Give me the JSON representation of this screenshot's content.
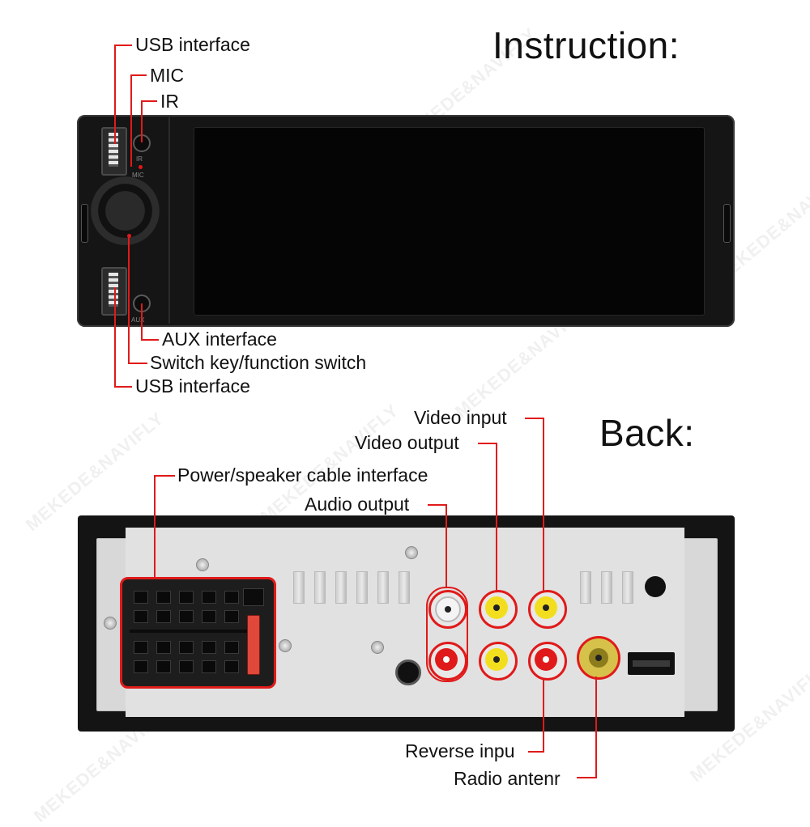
{
  "headings": {
    "instruction": "Instruction:",
    "back": "Back:"
  },
  "front_labels": {
    "usb_top": "USB interface",
    "mic": "MIC",
    "ir": "IR",
    "aux": "AUX interface",
    "switch_key": "Switch key/function switch",
    "usb_bottom": "USB interface"
  },
  "front_panel_print": {
    "ir": "IR",
    "mic": "MIC",
    "aux": "AUX"
  },
  "back_labels": {
    "video_input": "Video input",
    "video_output": "Video output",
    "power_speaker": "Power/speaker cable interface",
    "audio_output": "Audio output",
    "reverse_input": "Reverse inpu",
    "radio_antenna": "Radio antenr"
  },
  "watermark": "MEKEDE&NAVIFLY",
  "colors": {
    "callout_line": "#e01a1a",
    "rca_white": "#f4f4f4",
    "rca_red": "#e01a1a",
    "rca_yellow": "#f2de1e",
    "antenna": "#d6c24a"
  }
}
